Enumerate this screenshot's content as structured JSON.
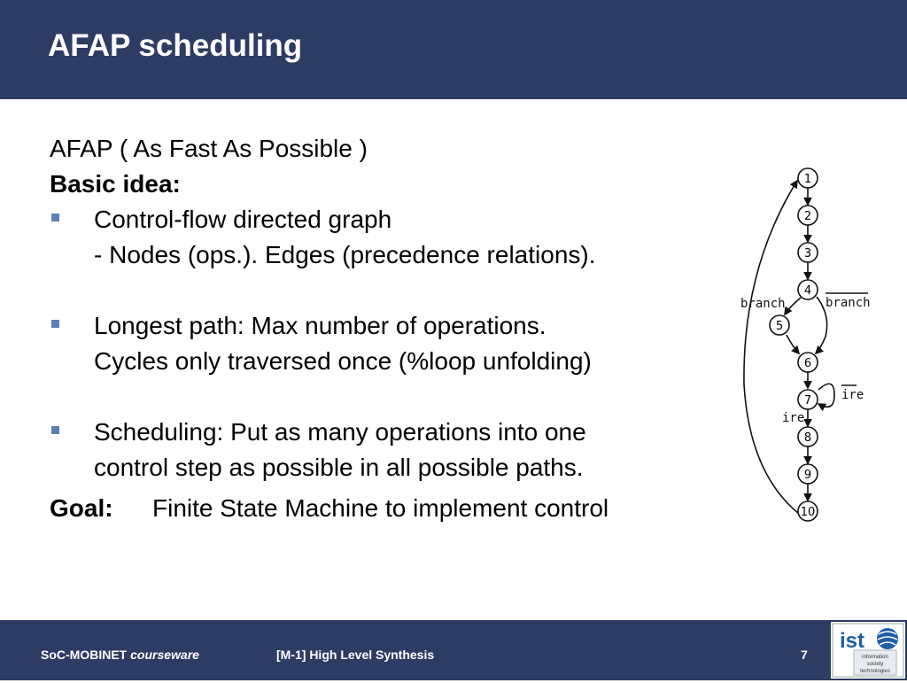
{
  "slide": {
    "title": "AFAP scheduling",
    "subtitle_line": "AFAP ( As Fast As Possible )",
    "basic_idea_label": "Basic idea:",
    "bullets": [
      {
        "lines": [
          "Control-flow directed graph",
          "- Nodes (ops.). Edges (precedence relations)."
        ]
      },
      {
        "lines": [
          "Longest path: Max number of operations.",
          "Cycles only traversed once (%loop unfolding)"
        ]
      },
      {
        "lines": [
          "Scheduling: Put as many operations into one",
          "control step as possible in all possible paths."
        ]
      }
    ],
    "goal_label": "Goal:",
    "goal_text": "Finite State Machine to implement control"
  },
  "graph": {
    "nodes": [
      "1",
      "2",
      "3",
      "4",
      "5",
      "6",
      "7",
      "8",
      "9",
      "10"
    ],
    "edge_labels": {
      "branch": "branch",
      "branch_bar": "branch",
      "ire": "ire",
      "ire_bar": "ire"
    }
  },
  "footer": {
    "brand": "SoC-MOBINET",
    "courseware": "courseware",
    "module": "[M-1] High Level Synthesis",
    "page_number": "7"
  },
  "logo": {
    "name": "ist",
    "lines": [
      "information",
      "society",
      "technologies"
    ]
  },
  "colors": {
    "header_bg": "#2d3c63",
    "bullet": "#5b7fb8"
  }
}
